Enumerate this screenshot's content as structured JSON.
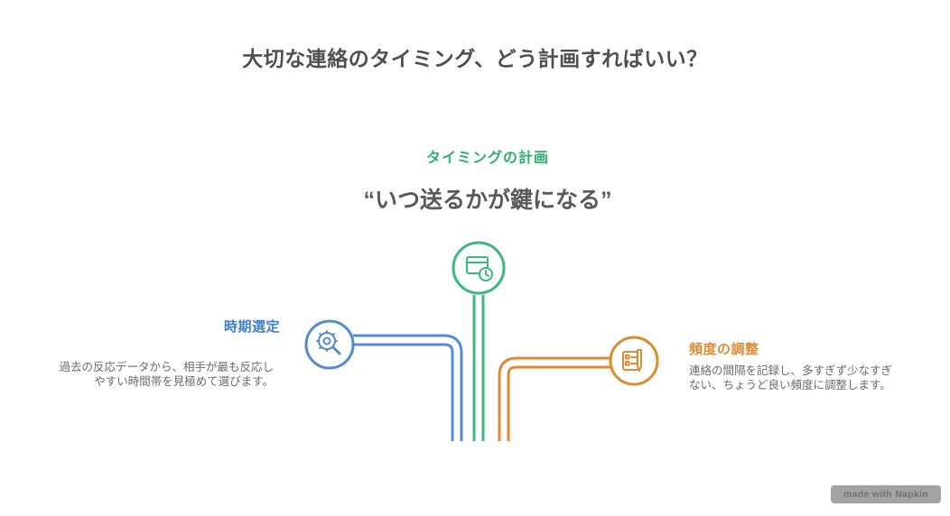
{
  "page": {
    "background_color": "#ffffff",
    "title": "大切な連絡のタイミング、どう計画すればいい？"
  },
  "center": {
    "label": "タイミングの計画",
    "heading": "“いつ送るかが鍵になる”",
    "color": "#2fae6e",
    "icon": "calendar-clock-icon"
  },
  "branches": {
    "left": {
      "label": "時期選定",
      "body": "過去の反応データから、相手が最も反応しやすい時間帯を見極めて選びます。",
      "color": "#3f7fd0",
      "icon": "magnifier-gear-icon"
    },
    "right": {
      "label": "頻度の調整",
      "body": "連絡の間隔を記録し、多すぎず少なすぎない、ちょうど良い頻度に調整します。",
      "color": "#dd8a33",
      "icon": "clipboard-pen-icon"
    }
  },
  "watermark": {
    "label": "made with Napkin"
  }
}
